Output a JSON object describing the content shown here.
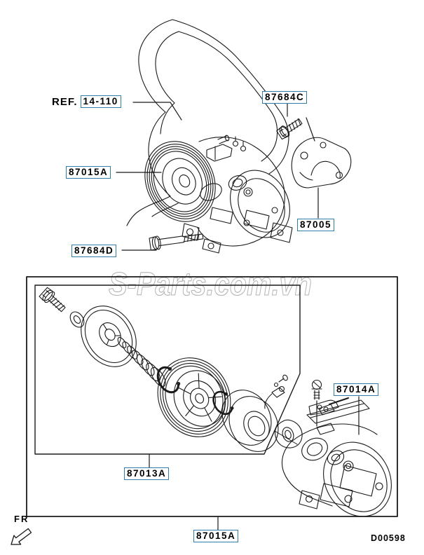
{
  "page": {
    "background": "#ffffff",
    "line_color": "#1a1a1a",
    "callout_border_color": "#2f7da8",
    "doc_code": "D00598",
    "direction_label": "FR",
    "watermark": "S-Parts.com.vn"
  },
  "callouts": {
    "ref_belt": {
      "prefix": "REF.",
      "number": "14-110"
    },
    "bolt_upper": {
      "number": "87684C"
    },
    "magnet_clutch": {
      "number": "87015A"
    },
    "bracket": {
      "number": "87005"
    },
    "bolt_lower": {
      "number": "87684D"
    },
    "body_assy": {
      "number": "87014A"
    },
    "clutch_kit": {
      "number": "87013A"
    },
    "compressor_assy": {
      "number": "87015A"
    }
  }
}
